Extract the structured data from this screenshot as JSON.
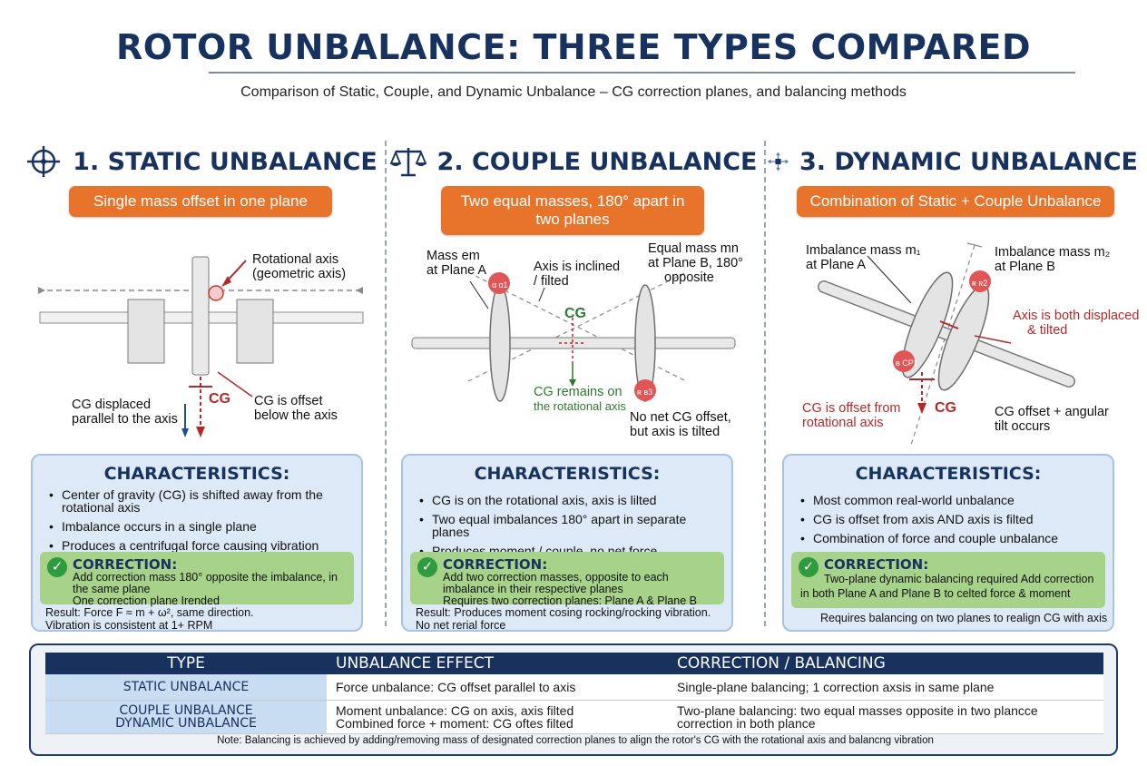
{
  "title": "ROTOR UNBALANCE: THREE TYPES COMPARED",
  "subtitle": "Comparison of Static, Couple, and Dynamic Unbalance – CG correction planes, and balancing methods",
  "colors": {
    "navy": "#17325e",
    "orange": "#e8742c",
    "red": "#b5282a",
    "green": "#2c7a2f",
    "corr_bg": "#a6d28a",
    "char_bg": "#dde9f6"
  },
  "panels": {
    "static": {
      "icon": "crosshair-icon",
      "heading": "1. STATIC UNBALANCE",
      "pill": "Single mass offset in one plane",
      "labels": {
        "axis": "Rotational axis",
        "axis2": "(geometric axis)",
        "cg": "CG",
        "cg_displaced1": "CG displaced",
        "cg_displaced2": "parallel to the axis",
        "cg_offset1": "CG is offset",
        "cg_offset2": "below the axis"
      },
      "char_title": "CHARACTERISTICS:",
      "bullets": [
        "Center of gravity (CG) is shifted away from the rotational axis",
        "Imbalance occurs in a single plane",
        "Produces a centrifugal force causing vibration"
      ],
      "corr_title": "CORRECTION:",
      "corr_lines": [
        "Add correction mass 180° opposite the imbalance, in the same plane",
        "One correction plane Irended"
      ],
      "after": [
        "Result: Force F ≈ m + ω², same direction.",
        "Vibration is consistent at 1+ RPM"
      ]
    },
    "couple": {
      "icon": "balance-scale-icon",
      "heading": "2. COUPLE UNBALANCE",
      "pill": "Two equal masses, 180° apart in two planes",
      "labels": {
        "massA1": "Mass em",
        "massA2": "at Plane A",
        "inclined1": "Axis is inclined",
        "inclined2": "/ filted",
        "massB1": "Equal mass mn",
        "massB2": "at Plane B, 180°",
        "massB3": "opposite",
        "cg": "CG",
        "remains1": "CG remains on",
        "remains2": "the rotational axis",
        "nonet1": "No net CG offset,",
        "nonet2": "but axis is tilted",
        "markA": "ɑ ɑ1",
        "markB": "ʀ ʙ3"
      },
      "char_title": "CHARACTERISTICS:",
      "bullets": [
        "CG is on the rotational axis, axis is lilted",
        "Two equal imbalances 180° apart in separate planes",
        "Produces moment / couple, no net force"
      ],
      "corr_title": "CORRECTION:",
      "corr_lines": [
        "Add two correction masses, opposite to each imbalance in their respective planes",
        "Requires two correction planes: Plane A & Plane B"
      ],
      "after": [
        "Result: Produces moment cosing rocking/rocking vibration.",
        "No net rerial force"
      ]
    },
    "dynamic": {
      "icon": "arrows-icon",
      "heading": "3. DYNAMIC UNBALANCE",
      "pill": "Combination of Static + Couple Unbalance",
      "labels": {
        "m1a": "Imbalance mass m₁",
        "m1b": "at Plane A",
        "m2a": "Imbalance mass m₂",
        "m2b": "at Plane B",
        "both1": "Axis is both displaced",
        "both2": "& tilted",
        "off1": "CG is offset from",
        "off2": "rotational axis",
        "cg": "CG",
        "tilt1": "CG offset + angular",
        "tilt2": "tilt occurs",
        "markA": "ʙ CP1",
        "markB": "ʀ ʀ2"
      },
      "char_title": "CHARACTERISTICS:",
      "bullets": [
        "Most common real-world unbalance",
        "CG is offset from axis AND axis is filted",
        "Combination of force and couple unbalance"
      ],
      "corr_title": "CORRECTION:",
      "corr_lines": [
        "Two-plane dynamic balancing required Add correction",
        "in both Plane A and Plane B to celted force & moment"
      ],
      "after": [
        "Requires balancing on two planes to realign CG with axis"
      ]
    }
  },
  "table": {
    "headers": [
      "TYPE",
      "UNBALANCE EFFECT",
      "CORRECTION / BALANCING"
    ],
    "rows": [
      [
        "STATIC UNBALANCE",
        "Force unbalance: CG offset parallel to axis",
        "Single-plane balancing; 1 correction axsis in same plane"
      ],
      [
        "COUPLE UNBALANCE",
        "Moment unbalance: CG on axis, axis filted",
        "Two-plane balancing: two equal masses opposite in two plancce"
      ],
      [
        "DYNAMIC UNBALANCE",
        "Combined force + moment: CG oftes filted",
        "correction in both plance"
      ]
    ],
    "note": "Note: Balancing is achieved by adding/removing mass of designated correction planes to align the rotor's CG with the rotational axis and balancng vibration"
  }
}
